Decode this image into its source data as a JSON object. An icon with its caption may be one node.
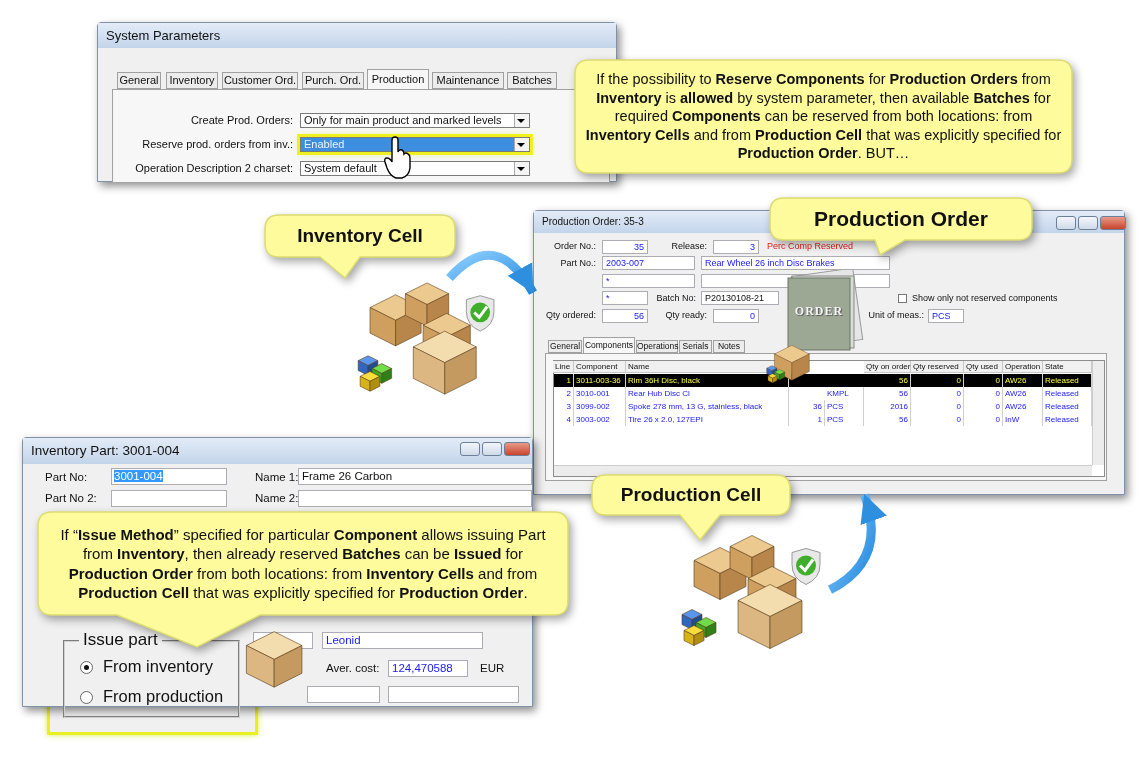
{
  "diagram": {
    "nodes": [
      {
        "text": [
          "System Parameters"
        ]
      },
      {
        "text": [
          "If the possibility to **Reserve Components** for **Production Orders** from **Inventory** is **allowed** by system parameter, then available **Batches** for required **Components** can be reserved from both locations: from **Inventory Cells** and from **Production Cell** that was explicitly specified for **Production Order**. BUT…"
        ]
      },
      {
        "text": [
          "Inventory Cell"
        ]
      },
      {
        "text": [
          "Production Order"
        ]
      },
      {
        "text": [
          "Production Order: 35-3"
        ]
      },
      {
        "text": [],
        "shape": "picture"
      },
      {
        "text": [
          "Inventory Part: 3001-004"
        ]
      },
      {
        "text": [
          "If “**Issue Method**” specified for particular **Component** allows issuing Part from **Inventory**, then already reserved **Batches** can be **Issued** for **Production Order** from both locations: from **Inventory Cells** and from **Production Cell** that was explicitly specified for **Production Order**."
        ]
      },
      {
        "text": [
          "Production Cell"
        ]
      },
      {
        "text": [],
        "shape": "picture"
      },
      {
        "text": [
          "Issue part"
        ]
      }
    ],
    "edges": [
      {
        "from": 5,
        "to": 4,
        "arrow": "to"
      },
      {
        "from": 9,
        "to": 4,
        "arrow": "to"
      }
    ],
    "labels": [
      "General",
      "Inventory",
      "Customer Ord.",
      "Purch. Ord.",
      "Production",
      "Maintenance",
      "Batches",
      "Create Prod. Orders:",
      "Only for main product and marked levels",
      "Reserve prod. orders from inv.:",
      "Enabled",
      "Operation Description 2 charset:",
      "System default",
      "Order No.:",
      "35",
      "Release:",
      "3",
      "Perc Comp Reserved",
      "Part No.:",
      "2003-007",
      "Rear Wheel 26 inch Disc Brakes",
      "*",
      "*",
      "Batch No:",
      "P20130108-21",
      "Show only not reserved components",
      "Qty ordered:",
      "56",
      "Qty ready:",
      "0",
      "Unit of meas.:",
      "PCS",
      "General",
      "Components",
      "Operations",
      "Serials",
      "Notes",
      "Line",
      "Component",
      "Name",
      "Qty on order",
      "Qty reserved",
      "Qty used",
      "Operation",
      "State",
      "1",
      "3011-003-36",
      "Rim 36H Disc, black",
      "56",
      "0",
      "0",
      "AW26",
      "Released",
      "2",
      "3010-001",
      "Rear Hub Disc Cl",
      "KMPL",
      "56",
      "0",
      "0",
      "AW26",
      "Released",
      "3",
      "3099-002",
      "Spoke 278 mm, 13 G, stainless, black",
      "36",
      "PCS",
      "2016",
      "0",
      "0",
      "AW26",
      "Released",
      "4",
      "3003-002",
      "Tire 26 x 2.0, 127EPI",
      "1",
      "PCS",
      "56",
      "0",
      "0",
      "InW",
      "Released",
      "ORDER",
      "Part No:",
      "3001-004",
      "Name 1:",
      "Frame 26 Carbon",
      "Part No 2:",
      "Name 2:",
      "Leonid",
      "Aver. cost:",
      "124,470588",
      "EUR",
      "From inventory",
      "From production"
    ]
  }
}
